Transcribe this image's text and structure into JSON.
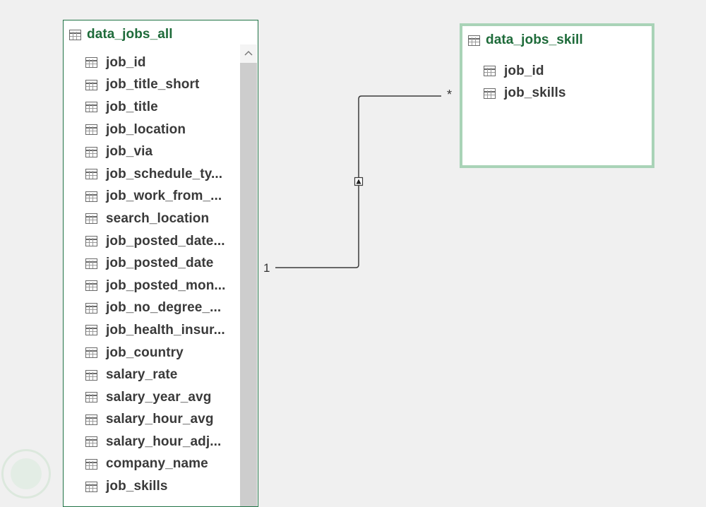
{
  "tables": {
    "data_jobs_all": {
      "title": "data_jobs_all",
      "fields": [
        "job_id",
        "job_title_short",
        "job_title",
        "job_location",
        "job_via",
        "job_schedule_ty...",
        "job_work_from_...",
        "search_location",
        "job_posted_date...",
        "job_posted_date",
        "job_posted_mon...",
        "job_no_degree_...",
        "job_health_insur...",
        "job_country",
        "salary_rate",
        "salary_year_avg",
        "salary_hour_avg",
        "salary_hour_adj...",
        "company_name",
        "job_skills"
      ]
    },
    "data_jobs_skill": {
      "title": "data_jobs_skill",
      "fields": [
        "job_id",
        "job_skills"
      ]
    }
  },
  "relationship": {
    "one_side": "1",
    "many_side": "*"
  },
  "colors": {
    "header_text": "#1e6b3a",
    "selected_border": "#a9d3b7",
    "table_border": "#217346"
  },
  "icons": {
    "table": "table-icon",
    "field": "table-icon",
    "scroll_up": "chevron-up-icon",
    "filter_direction": "triangle-up-icon"
  }
}
